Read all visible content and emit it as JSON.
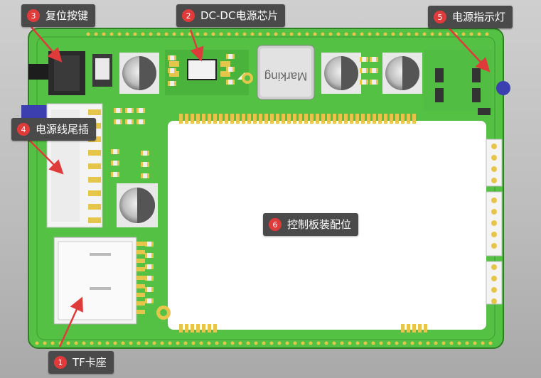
{
  "callouts": [
    {
      "num": "1",
      "label": "TF卡座"
    },
    {
      "num": "2",
      "label": "DC-DC电源芯片"
    },
    {
      "num": "3",
      "label": "复位按键"
    },
    {
      "num": "4",
      "label": "电源线尾插"
    },
    {
      "num": "5",
      "label": "电源指示灯"
    },
    {
      "num": "6",
      "label": "控制板装配位"
    }
  ],
  "component_marking": "Marking",
  "colors": {
    "pcb": "#54c044",
    "pcb_dark": "#3a9e2e",
    "pad_gold": "#e6c64a",
    "callout_bg": "#4a4a4a",
    "badge": "#e03b3b",
    "arrow": "#e03b3b",
    "connector_blue": "#3b3fb0"
  }
}
